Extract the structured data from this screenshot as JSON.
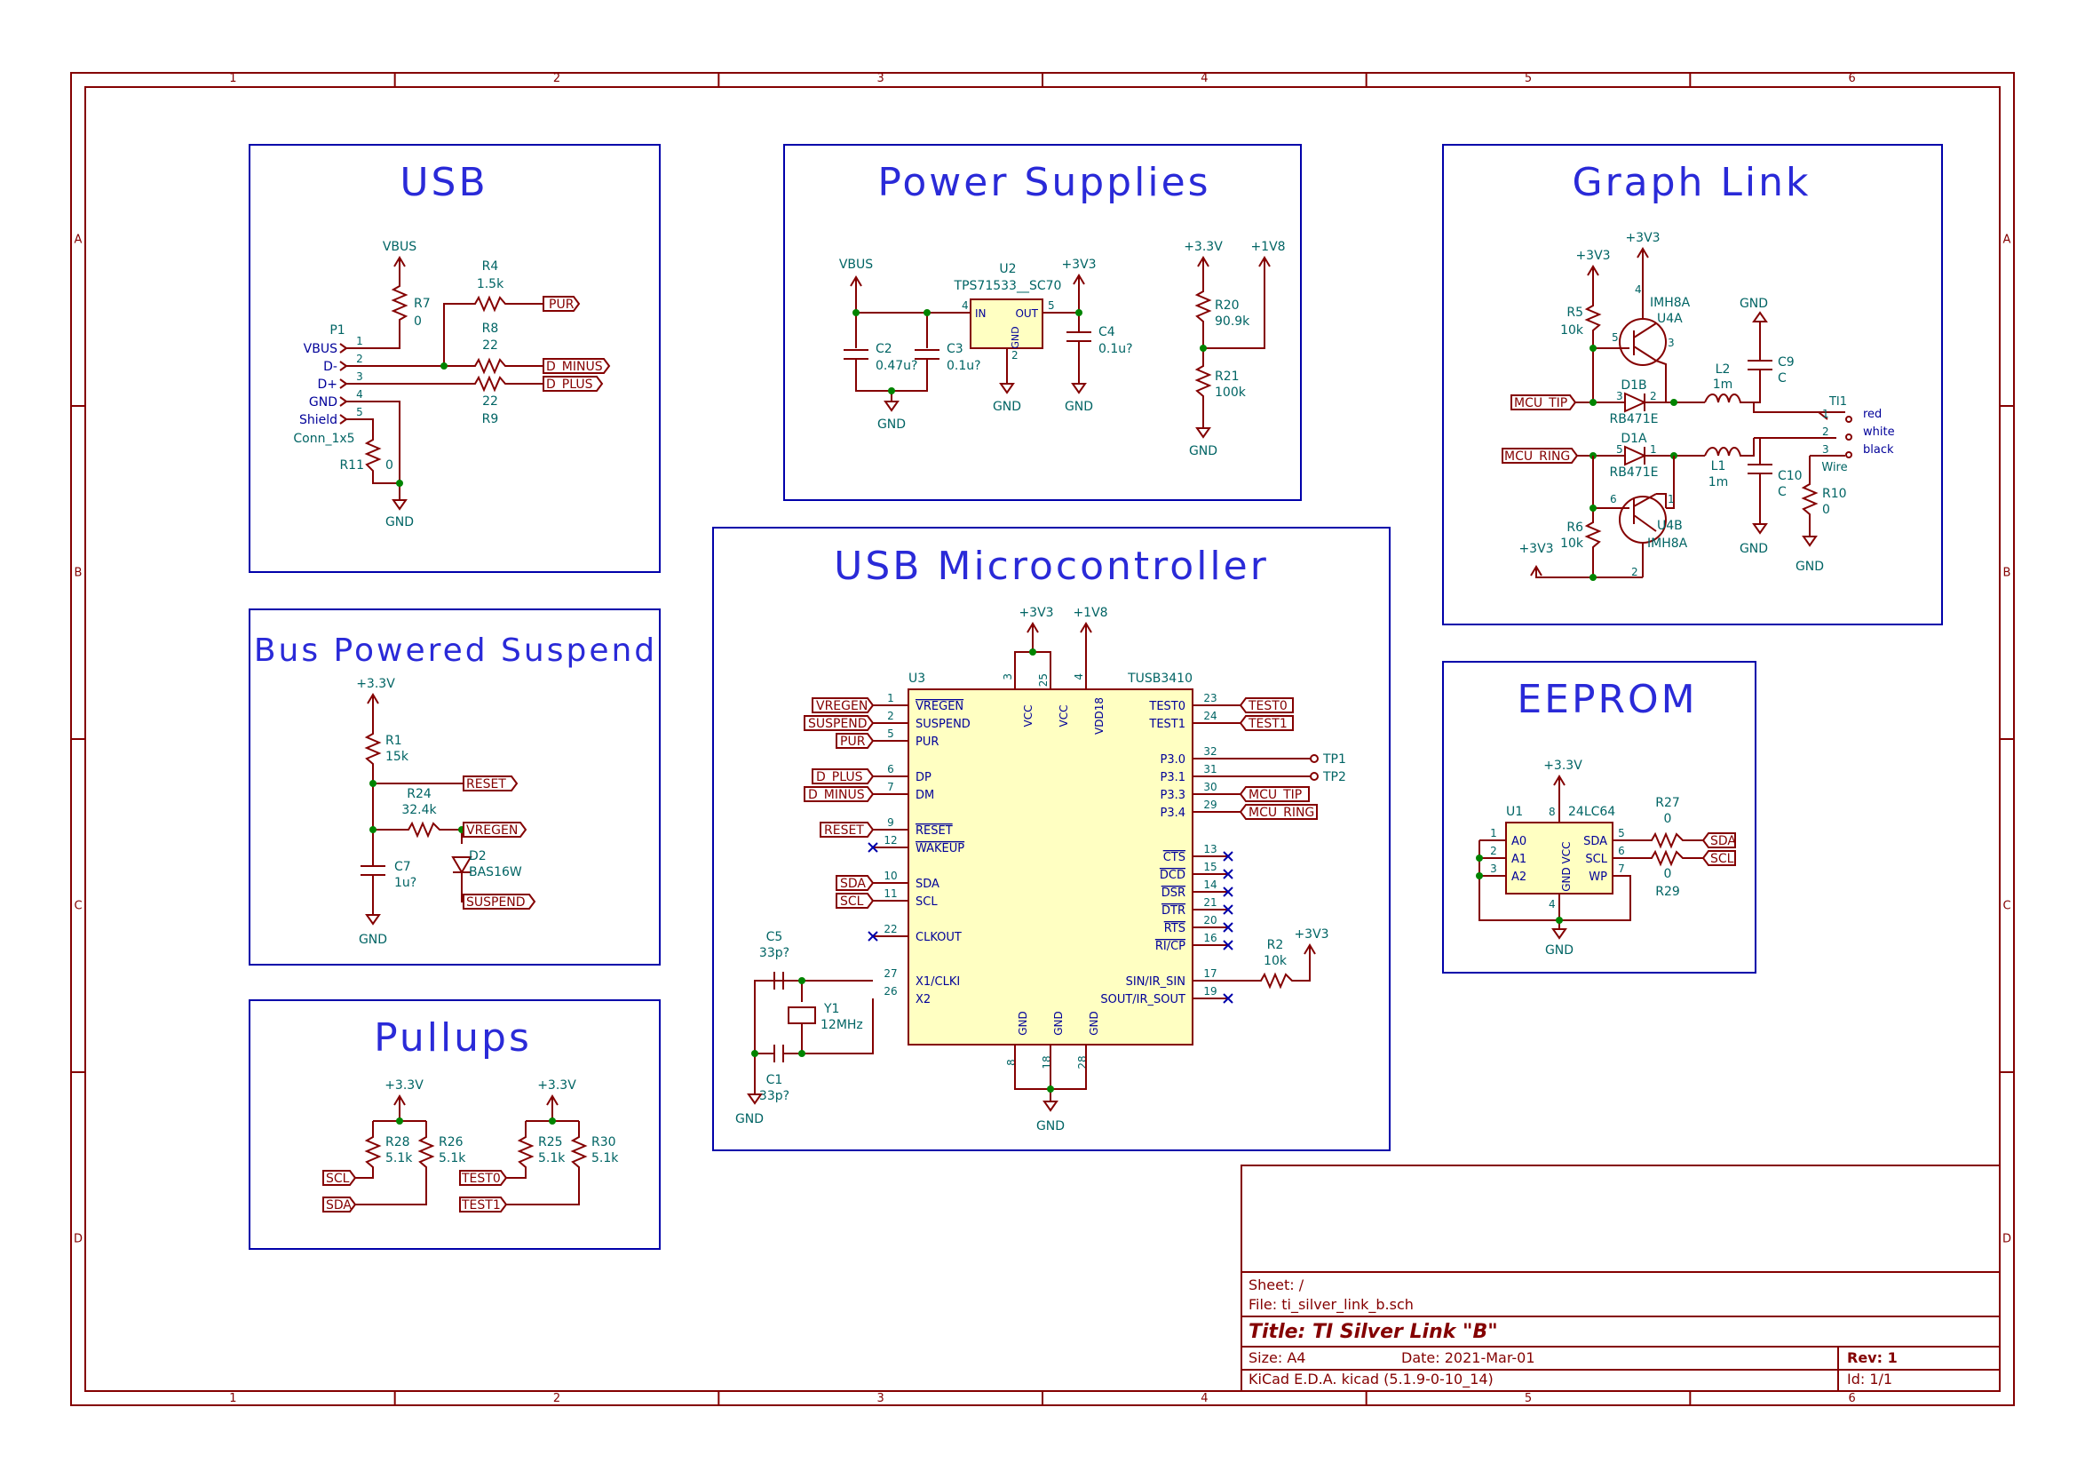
{
  "frame": {
    "cols": [
      "1",
      "2",
      "3",
      "4",
      "5",
      "6"
    ],
    "rows": [
      "A",
      "B",
      "C",
      "D"
    ]
  },
  "sections": {
    "usb": "USB",
    "power": "Power Supplies",
    "graph_link": "Graph Link",
    "suspend": "Bus Powered Suspend",
    "mcu": "USB Microcontroller",
    "eeprom": "EEPROM",
    "pullups": "Pullups"
  },
  "usb": {
    "vbus": "VBUS",
    "r7": "R7",
    "r7v": "0",
    "r4": "R4",
    "r4v": "1.5k",
    "pur": "PUR",
    "r8": "R8",
    "r8v": "22",
    "r9": "R9",
    "r9v": "22",
    "dminus": "D_MINUS",
    "dplus": "D_PLUS",
    "p1": "P1",
    "pins": [
      "VBUS",
      "D-",
      "D+",
      "GND",
      "Shield"
    ],
    "pnums": [
      "1",
      "2",
      "3",
      "4",
      "5"
    ],
    "conn": "Conn_1x5",
    "r11": "R11",
    "r11v": "0",
    "gnd": "GND"
  },
  "power": {
    "vbus": "VBUS",
    "u2": "U2",
    "u2v": "TPS71533__SC70",
    "in": "IN",
    "out": "OUT",
    "pin4": "4",
    "pin5": "5",
    "pin2": "2",
    "gndpin": "GND",
    "p3v3": "+3V3",
    "c2": "C2",
    "c2v": "0.47u?",
    "c3": "C3",
    "c3v": "0.1u?",
    "c4": "C4",
    "c4v": "0.1u?",
    "gnd": "GND",
    "p33": "+3.3V",
    "p1v8": "+1V8",
    "r20": "R20",
    "r20v": "90.9k",
    "r21": "R21",
    "r21v": "100k"
  },
  "graph": {
    "p3v3a": "+3V3",
    "p3v3b": "+3V3",
    "p3v3c": "+3V3",
    "r5": "R5",
    "r5v": "10k",
    "u4a": "U4A",
    "imh": "IMH8A",
    "gnd": "GND",
    "l2": "L2",
    "l2v": "1m",
    "c9": "C9",
    "c9v": "C",
    "mcu_tip": "MCU_TIP",
    "d1b": "D1B",
    "rb": "RB471E",
    "ti1": "TI1",
    "red": "red",
    "white": "white",
    "black": "black",
    "wire": "Wire",
    "d1a": "D1A",
    "mcu_ring": "MCU_RING",
    "l1": "L1",
    "l1v": "1m",
    "c10": "C10",
    "c10v": "C",
    "r10": "R10",
    "r10v": "0",
    "r6": "R6",
    "r6v": "10k",
    "u4b": "U4B",
    "n1": "1",
    "n2": "2",
    "n3": "3",
    "n4": "4",
    "n5": "5",
    "n6": "6"
  },
  "suspend": {
    "p33": "+3.3V",
    "r1": "R1",
    "r1v": "15k",
    "reset": "RESET",
    "r24": "R24",
    "r24v": "32.4k",
    "vregen": "VREGEN",
    "c7": "C7",
    "c7v": "1u?",
    "d2": "D2",
    "d2v": "BAS16W",
    "suspend": "SUSPEND",
    "gnd": "GND"
  },
  "mcu": {
    "p3v3": "+3V3",
    "p1v8": "+1V8",
    "u3": "U3",
    "tusb": "TUSB3410",
    "left_pins": [
      {
        "num": "1",
        "name": "VREGEN",
        "label": "VREGEN"
      },
      {
        "num": "2",
        "name": "SUSPEND",
        "label": "SUSPEND"
      },
      {
        "num": "5",
        "name": "PUR",
        "label": "PUR"
      },
      {
        "num": "6",
        "name": "DP",
        "label": "D_PLUS"
      },
      {
        "num": "7",
        "name": "DM",
        "label": "D_MINUS"
      },
      {
        "num": "9",
        "name": "RESET",
        "label": "RESET"
      },
      {
        "num": "12",
        "name": "WAKEUP",
        "label": ""
      },
      {
        "num": "10",
        "name": "SDA",
        "label": "SDA"
      },
      {
        "num": "11",
        "name": "SCL",
        "label": "SCL"
      },
      {
        "num": "22",
        "name": "CLKOUT",
        "label": ""
      },
      {
        "num": "27",
        "name": "X1/CLKI",
        "label": ""
      },
      {
        "num": "26",
        "name": "X2",
        "label": ""
      }
    ],
    "right_pins": [
      {
        "num": "23",
        "name": "TEST0",
        "label": "TEST0"
      },
      {
        "num": "24",
        "name": "TEST1",
        "label": "TEST1"
      },
      {
        "num": "32",
        "name": "P3.0",
        "label": "TP1"
      },
      {
        "num": "31",
        "name": "P3.1",
        "label": "TP2"
      },
      {
        "num": "30",
        "name": "P3.3",
        "label": "MCU_TIP"
      },
      {
        "num": "29",
        "name": "P3.4",
        "label": "MCU_RING"
      },
      {
        "num": "13",
        "name": "CTS",
        "label": ""
      },
      {
        "num": "15",
        "name": "DCD",
        "label": ""
      },
      {
        "num": "14",
        "name": "DSR",
        "label": ""
      },
      {
        "num": "21",
        "name": "DTR",
        "label": ""
      },
      {
        "num": "20",
        "name": "RTS",
        "label": ""
      },
      {
        "num": "16",
        "name": "RI/CP",
        "label": ""
      },
      {
        "num": "17",
        "name": "SIN/IR_SIN",
        "label": ""
      },
      {
        "num": "19",
        "name": "SOUT/IR_SOUT",
        "label": ""
      }
    ],
    "top_pins": [
      {
        "num": "3",
        "name": "VCC"
      },
      {
        "num": "25",
        "name": "VCC"
      },
      {
        "num": "4",
        "name": "VDD18"
      }
    ],
    "bottom_pins": [
      {
        "num": "8",
        "name": "GND"
      },
      {
        "num": "18",
        "name": "GND"
      },
      {
        "num": "28",
        "name": "GND"
      }
    ],
    "c5": "C5",
    "c5v": "33p?",
    "c1": "C1",
    "c1v": "33p?",
    "y1": "Y1",
    "y1v": "12MHz",
    "gnd": "GND",
    "r2": "R2",
    "r2v": "10k",
    "p3v3b": "+3V3"
  },
  "eeprom": {
    "p33": "+3.3V",
    "u1": "U1",
    "chip": "24LC64",
    "left": [
      {
        "num": "1",
        "name": "A0"
      },
      {
        "num": "2",
        "name": "A1"
      },
      {
        "num": "3",
        "name": "A2"
      }
    ],
    "right": [
      {
        "num": "5",
        "name": "SDA"
      },
      {
        "num": "6",
        "name": "SCL"
      },
      {
        "num": "7",
        "name": "WP"
      }
    ],
    "vcc": "VCC",
    "vccnum": "8",
    "gndname": "GND",
    "gndnum": "4",
    "r27": "R27",
    "r27v": "0",
    "r29": "R29",
    "r29v": "0",
    "sda": "SDA",
    "scl": "SCL",
    "gnd": "GND"
  },
  "pullups": {
    "p33a": "+3.3V",
    "p33b": "+3.3V",
    "r28": "R28",
    "r28v": "5.1k",
    "r26": "R26",
    "r26v": "5.1k",
    "r25": "R25",
    "r25v": "5.1k",
    "r30": "R30",
    "r30v": "5.1k",
    "scl": "SCL",
    "sda": "SDA",
    "test0": "TEST0",
    "test1": "TEST1"
  },
  "title_block": {
    "sheet": "Sheet: /",
    "file": "File: ti_silver_link_b.sch",
    "title": "Title: TI Silver Link \"B\"",
    "size": "Size: A4",
    "date": "Date: 2021-Mar-01",
    "rev": "Rev: 1",
    "kicad": "KiCad E.D.A.  kicad (5.1.9-0-10_14)",
    "id": "Id: 1/1"
  }
}
